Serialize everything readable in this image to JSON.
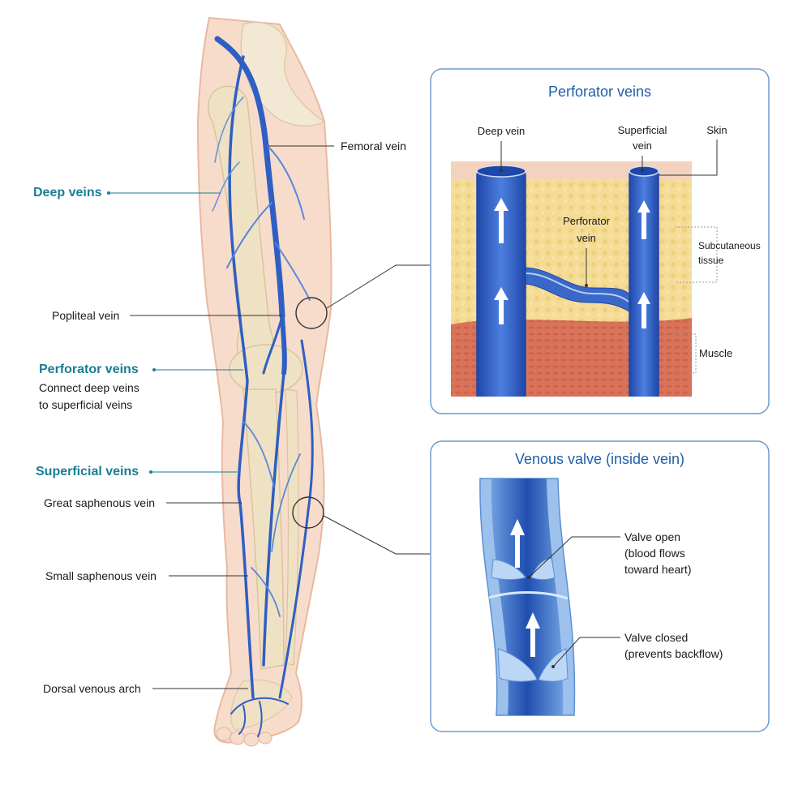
{
  "colors": {
    "heading_teal": "#1a7d93",
    "panel_title_blue": "#1f5fa6",
    "panel_border": "#6e9bcc",
    "vein_blue": "#2f5ec4",
    "vein_dark": "#1f47a8",
    "skin": "#f7dccb",
    "bone": "#efe2c4",
    "fat": "#f3d98d",
    "muscle": "#d9735a"
  },
  "leg": {
    "femoral_vein": "Femoral vein",
    "popliteal_vein": "Popliteal vein",
    "great_saphenous_vein": "Great saphenous vein",
    "small_saphenous_vein": "Small saphenous vein",
    "dorsal_venous_arch": "Dorsal venous arch"
  },
  "groups": {
    "deep_veins": "Deep veins",
    "perforator_veins": "Perforator veins",
    "perforator_desc_line1": "Connect deep veins",
    "perforator_desc_line2": "to superficial veins",
    "superficial_veins": "Superficial veins"
  },
  "perforator_panel": {
    "title": "Perforator veins",
    "deep_vein": "Deep vein",
    "superficial_line1": "Superficial",
    "superficial_line2": "vein",
    "skin": "Skin",
    "perforator_line1": "Perforator",
    "perforator_line2": "vein",
    "subcutaneous_line1": "Subcutaneous",
    "subcutaneous_line2": "tissue",
    "muscle": "Muscle"
  },
  "valve_panel": {
    "title": "Venous valve (inside vein)",
    "open_line1": "Valve open",
    "open_line2": "(blood flows",
    "open_line3": "toward heart)",
    "closed_line1": "Valve closed",
    "closed_line2": "(prevents backflow)"
  }
}
